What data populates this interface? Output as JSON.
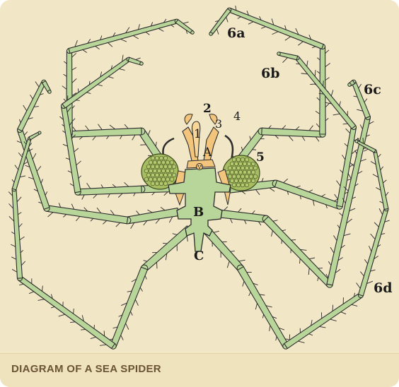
{
  "caption": "DIAGRAM OF A SEA SPIDER",
  "labels": {
    "l1": "1",
    "l2": "2",
    "l3": "3",
    "l4": "4",
    "l5": "5",
    "lA": "A",
    "lB": "B",
    "lC": "C",
    "l6a": "6a",
    "l6b": "6b",
    "l6c": "6c",
    "l6d": "6d"
  },
  "colors": {
    "background": "#f1e7c7",
    "caption_bar": "#efe3bd",
    "caption_text": "#6b5434",
    "legs": "#b9d69a",
    "proboscis": "#f3c57c",
    "egg_mass": "#a7bd62",
    "outline": "#2c2c2c"
  }
}
